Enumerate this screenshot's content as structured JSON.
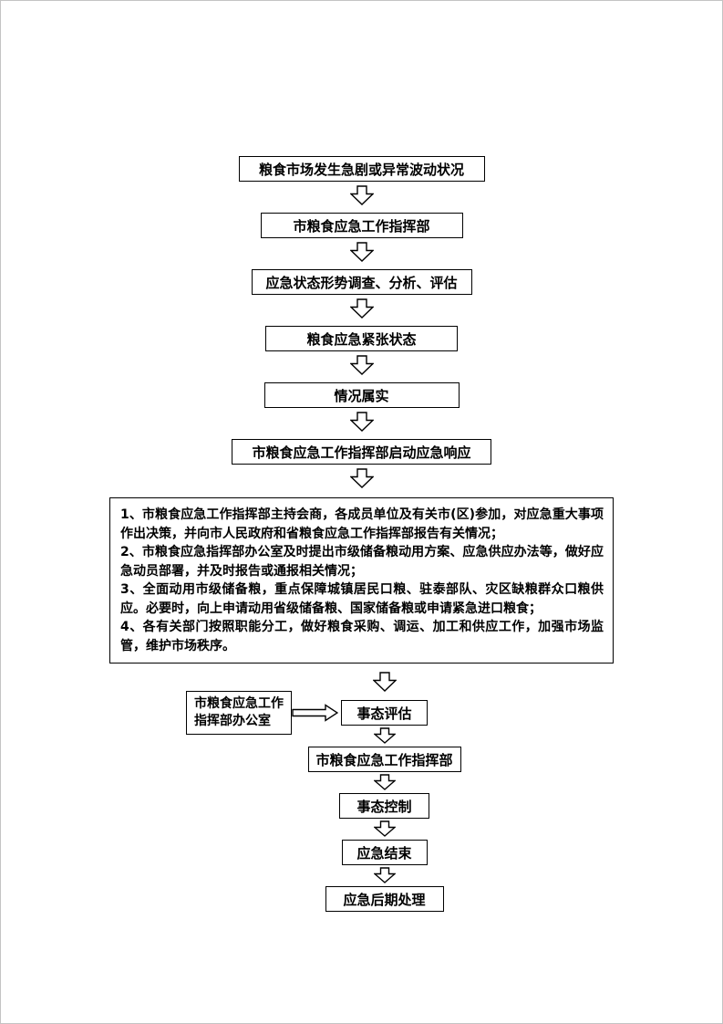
{
  "colors": {
    "background": "#ffffff",
    "line": "#000000"
  },
  "flow": {
    "nodes": [
      {
        "label": "粮食市场发生急剧或异常波动状况"
      },
      {
        "label": "市粮食应急工作指挥部"
      },
      {
        "label": "应急状态形势调查、分析、评估"
      },
      {
        "label": "粮食应急紧张状态"
      },
      {
        "label": "情况属实"
      },
      {
        "label": "市粮食应急工作指挥部启动应急响应"
      }
    ],
    "detail": {
      "items": [
        "1、市粮食应急工作指挥部主持会商，各成员单位及有关市(区)参加，对应急重大事项作出决策，并向市人民政府和省粮食应急工作指挥部报告有关情况；",
        "2、市粮食应急指挥部办公室及时提出市级储备粮动用方案、应急供应办法等，做好应急动员部署，并及时报告或通报相关情况；",
        "3、全面动用市级储备粮，重点保障城镇居民口粮、驻泰部队、灾区缺粮群众口粮供应。必要时，向上申请动用省级储备粮、国家储备粮或申请紧急进口粮食；",
        "4、各有关部门按照职能分工，做好粮食采购、调运、加工和供应工作，加强市场监管，维护市场秩序。"
      ]
    },
    "side_box": {
      "lines": [
        "市粮食应急工作",
        "指挥部办公室"
      ]
    },
    "lower_nodes": [
      {
        "label": "事态评估"
      },
      {
        "label": "市粮食应急工作指挥部"
      },
      {
        "label": "事态控制"
      },
      {
        "label": "应急结束"
      },
      {
        "label": "应急后期处理"
      }
    ]
  }
}
